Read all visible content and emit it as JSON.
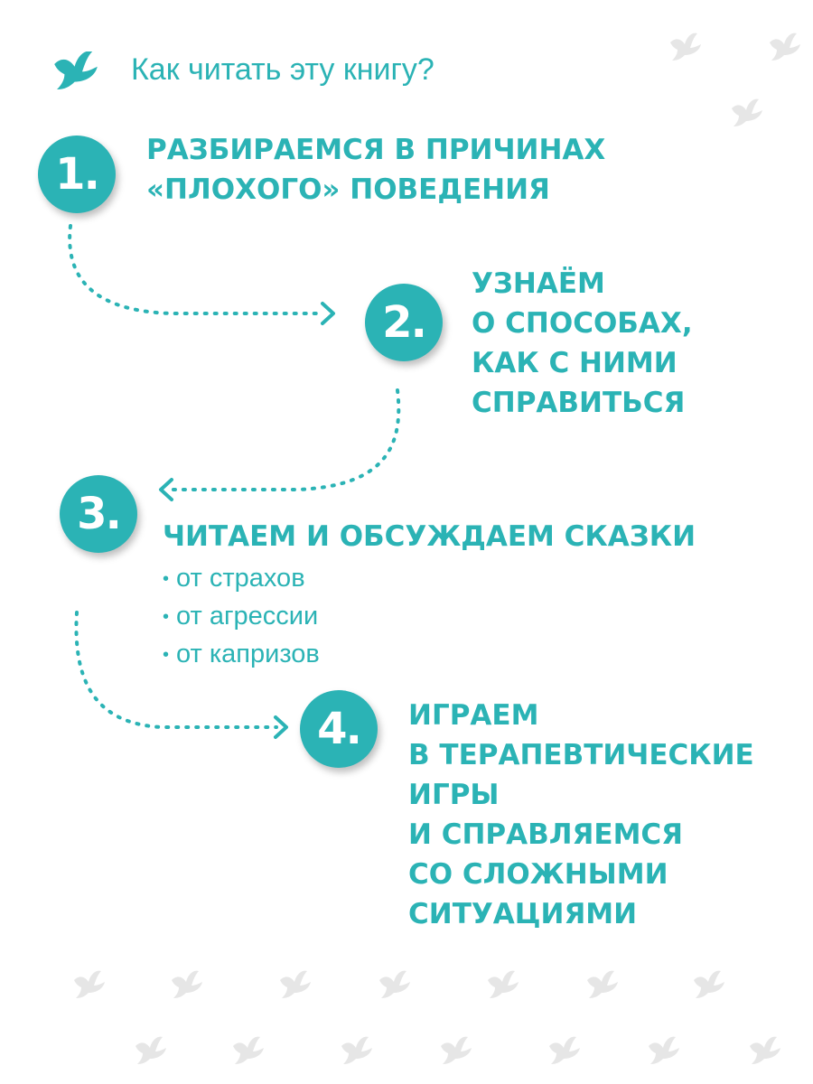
{
  "header": {
    "title": "Как читать эту книгу?"
  },
  "steps": [
    {
      "number": "1.",
      "lines": [
        "Разбираемся в причинах",
        "«плохого» поведения"
      ]
    },
    {
      "number": "2.",
      "lines": [
        "Узнаём",
        "о способах,",
        "как с ними",
        "справиться"
      ]
    },
    {
      "number": "3.",
      "lines": [
        "Читаем и обсуждаем сказки"
      ],
      "bullets": [
        "от страхов",
        "от агрессии",
        "от капризов"
      ]
    },
    {
      "number": "4.",
      "lines": [
        "Играем",
        "в терапевтические",
        "игры",
        "и справляемся",
        "со сложными",
        "ситуациями"
      ]
    }
  ],
  "colors": {
    "accent": "#2bb3b5",
    "decor": "#e8e8e8"
  },
  "icons": {
    "header": "bird-icon",
    "background": "bird-icon"
  }
}
